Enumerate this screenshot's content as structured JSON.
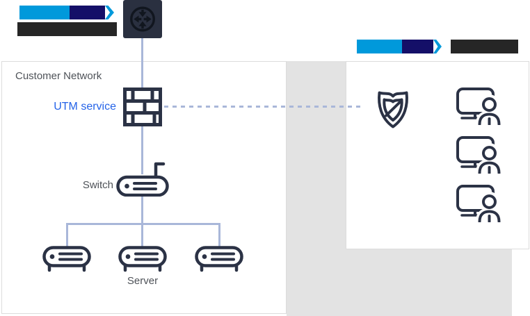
{
  "labels": {
    "customer_network": "Customer Network",
    "utm_service": "UTM service",
    "switch": "Switch",
    "server": "Server"
  },
  "icons": {
    "internet_gateway": "internet-gateway-icon",
    "firewall": "firewall-icon",
    "switch": "switch-icon",
    "server": "server-icon",
    "security_shield": "security-shield-icon",
    "user_workstation": "user-workstation-icon",
    "brand_logo": "brand-logo",
    "redacted_text_bar": "redacted-text-bar"
  },
  "counts": {
    "servers": 3,
    "workstations": 3
  },
  "colors": {
    "icon_dark_navy": "#2b3245",
    "connector_blue": "#a9b7d9",
    "accent_text_blue": "#2463e8",
    "label_gray": "#4e5258",
    "logo_light_blue": "#0099db",
    "logo_navy": "#140f68",
    "redacted_bar": "#262626",
    "zone_band_gray": "#e3e3e3",
    "panel_border": "#dcdcdc"
  }
}
